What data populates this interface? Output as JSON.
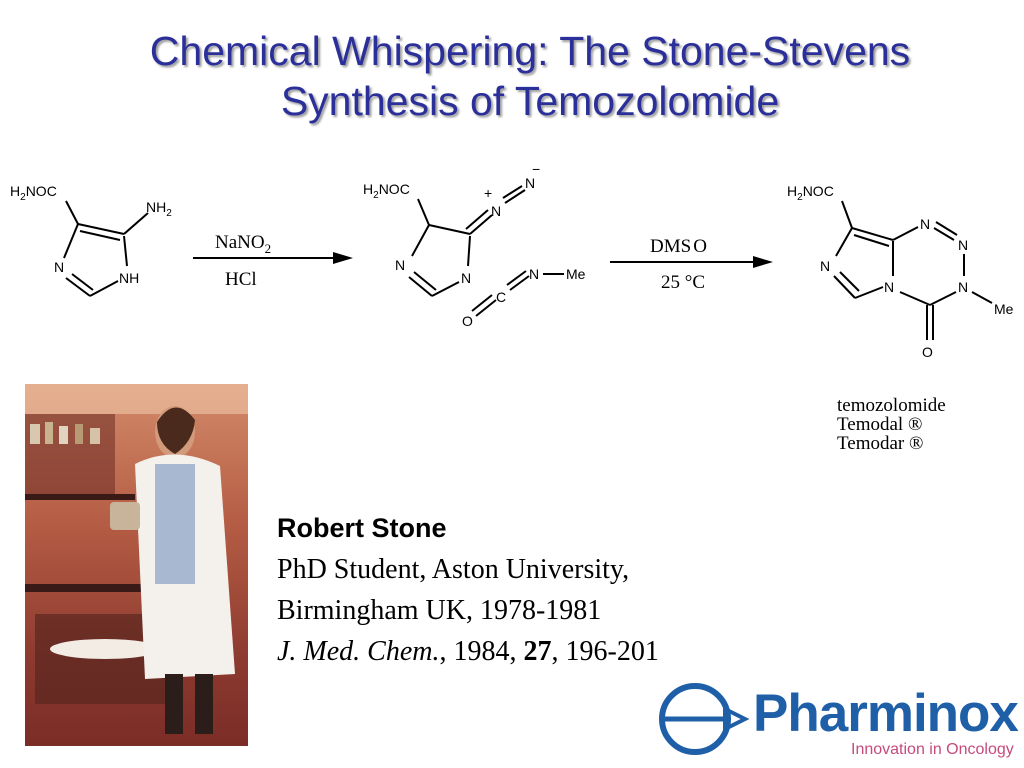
{
  "title": {
    "line1": "Chemical Whispering: The Stone-Stevens",
    "line2": "Synthesis of Temozolomide"
  },
  "scheme": {
    "amide_h": "H",
    "amide_sub": "2",
    "amide_rest": "NOC",
    "nh_h": "NH",
    "nh_sub": "2",
    "n_label": "N",
    "nh_label": "NH",
    "reagent1_main": "NaNO",
    "reagent1_sub": "2",
    "reagent1_below": "HCl",
    "plus_sign": "+",
    "minus_sign": "−",
    "c_label": "C",
    "o_label": "O",
    "me_label": "Me",
    "reagent2_dms": "DMS",
    "reagent2_o": "O",
    "reagent2_below": "25 °C"
  },
  "product_names": [
    "temozolomide",
    "Temodal ®",
    "Temodar ®"
  ],
  "credit": {
    "name": "Robert Stone",
    "line2": "PhD Student, Aston University,",
    "line3": "Birmingham UK, 1978-1981",
    "journal": "J. Med. Chem.",
    "year": ", 1984, ",
    "volume": "27",
    "pages": ", 196-201"
  },
  "logo": {
    "name": "Pharminox",
    "tagline": "Innovation in Oncology"
  },
  "colors": {
    "title": "#2b2f9a",
    "logo_blue": "#1f5fa8",
    "logo_pink": "#c64a7c"
  }
}
